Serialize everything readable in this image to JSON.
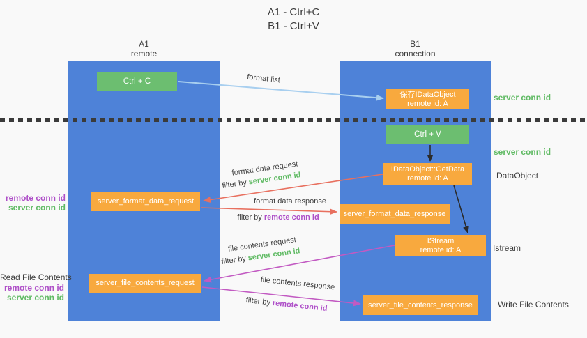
{
  "title": {
    "line1": "A1 - Ctrl+C",
    "line2": "B1 - Ctrl+V"
  },
  "columns": {
    "left": {
      "header_line1": "A1",
      "header_line2": "remote"
    },
    "right": {
      "header_line1": "B1",
      "header_line2": "connection"
    }
  },
  "boxes": {
    "ctrl_c": {
      "label": "Ctrl + C"
    },
    "save_idataobject": {
      "line1": "保存IDataObject",
      "line2": "remote id: A"
    },
    "ctrl_v": {
      "label": "Ctrl + V"
    },
    "getdata": {
      "line1": "IDataObject::GetData",
      "line2": "remote id: A"
    },
    "server_format_data_request": {
      "label": "server_format_data_request"
    },
    "server_format_data_response": {
      "label": "server_format_data_response"
    },
    "istream": {
      "line1": "IStream",
      "line2": "remote id: A"
    },
    "server_file_contents_request": {
      "label": "server_file_contents_request"
    },
    "server_file_contents_response": {
      "label": "server_file_contents_response"
    }
  },
  "side_labels": {
    "server_conn_id_top": "server conn id",
    "server_conn_id_mid": "server conn id",
    "dataobject": "DataObject",
    "istream": "Istream",
    "write_file_contents": "Write File Contents",
    "read_file_contents": "Read File Contents",
    "left_group1": {
      "remote_conn_id": "remote conn id",
      "server_conn_id": "server conn id"
    },
    "left_group2": {
      "remote_conn_id": "remote conn id",
      "server_conn_id": "server conn id"
    }
  },
  "arrow_labels": {
    "format_list": "format list",
    "format_data_request": "format data request",
    "filter1_prefix": "filter by ",
    "filter1_value": "server conn id",
    "format_data_response": "format data response",
    "filter2_prefix": "filter by ",
    "filter2_value": "remote conn id",
    "file_contents_request": "file contents request",
    "filter3_prefix": "filter by ",
    "filter3_value": "server conn id",
    "file_contents_response": "file contents response",
    "filter4_prefix": "filter by ",
    "filter4_value": "remote conn id"
  },
  "colors": {
    "column_blue": "#4e82d8",
    "box_green": "#6cbe70",
    "box_orange": "#f8a93e",
    "text_green": "#5fba63",
    "text_purple": "#ae4fc8",
    "arrow_red": "#e8705f",
    "arrow_magenta": "#c25ac2",
    "arrow_lightblue": "#a8cfef",
    "arrow_black": "#2b2b2b",
    "background": "#f9f9f9"
  }
}
